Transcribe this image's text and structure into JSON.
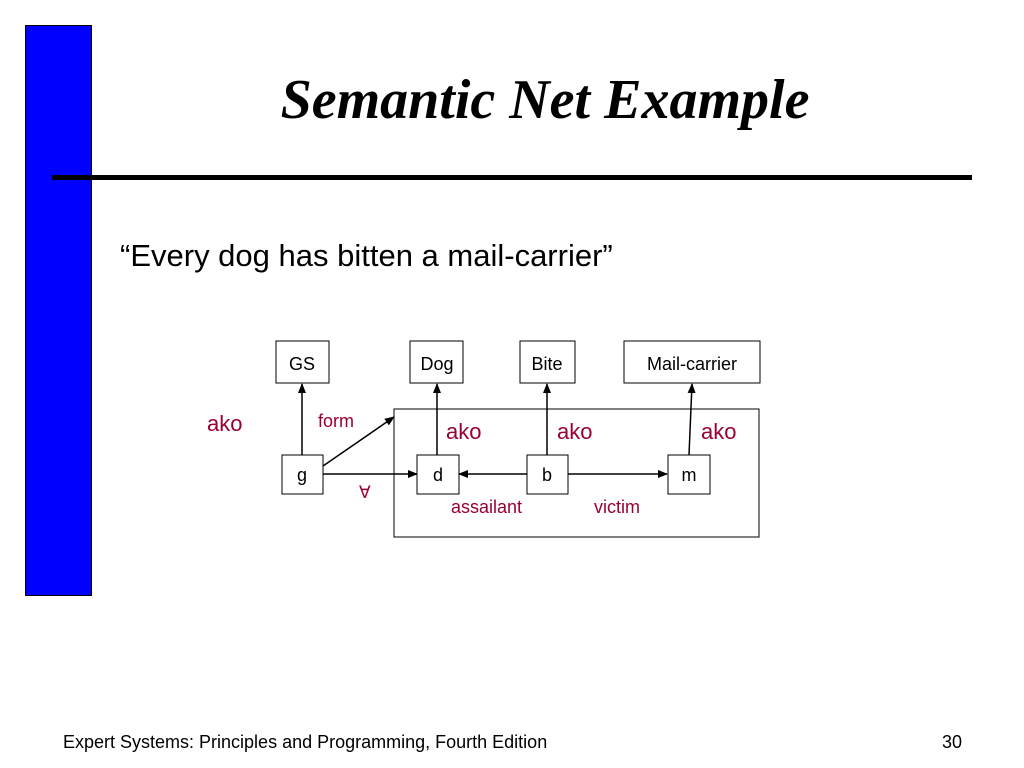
{
  "slide": {
    "title": "Semantic Net Example",
    "quote": "“Every dog has bitten a mail-carrier”",
    "footer": "Expert Systems: Principles and Programming, Fourth Edition",
    "page_number": "30"
  },
  "diagram": {
    "nodes": {
      "gs": "GS",
      "dog": "Dog",
      "bite": "Bite",
      "mail_carrier": "Mail-carrier",
      "g": "g",
      "d": "d",
      "b": "b",
      "m": "m"
    },
    "labels": {
      "ako_g": "ako",
      "form": "form",
      "ako_d": "ako",
      "ako_b": "ako",
      "ako_m": "ako",
      "forall": "∀",
      "assailant": "assailant",
      "victim": "victim"
    },
    "colors": {
      "label": "#990033",
      "accent_bar": "#0000ff"
    }
  }
}
